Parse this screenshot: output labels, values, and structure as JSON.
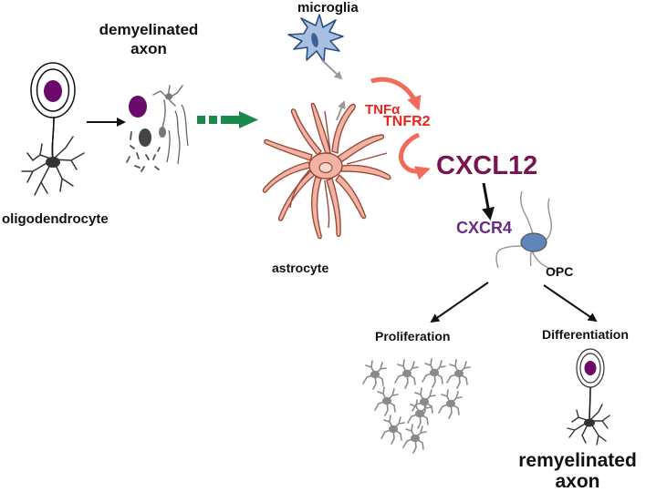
{
  "labels": {
    "demyelinated_line1": "demyelinated",
    "demyelinated_line2": "axon",
    "microglia": "microglia",
    "oligodendrocyte": "oligodendrocyte",
    "astrocyte": "astrocyte",
    "tnfa": "TNFα",
    "tnfr2": "TNFR2",
    "cxcl12": "CXCL12",
    "cxcr4": "CXCR4",
    "opc": "OPC",
    "proliferation": "Proliferation",
    "differentiation": "Differentiation",
    "remyelinated_line1": "remyelinated",
    "remyelinated_line2": "axon"
  },
  "colors": {
    "red_arrow": "#f26a5a",
    "green_arrow": "#1a8a4a",
    "cxcl12": "#7a1450",
    "cxcr4": "#6a2c86",
    "astrocyte_fill": "#f3b3a2",
    "astrocyte_stroke": "#9a4a3a",
    "microglia_fill": "#a8c0e0",
    "nucleus_purple": "#6b0a6b",
    "opc_gray": "#9a9a9a",
    "receptor_blue": "#5f86ba"
  }
}
